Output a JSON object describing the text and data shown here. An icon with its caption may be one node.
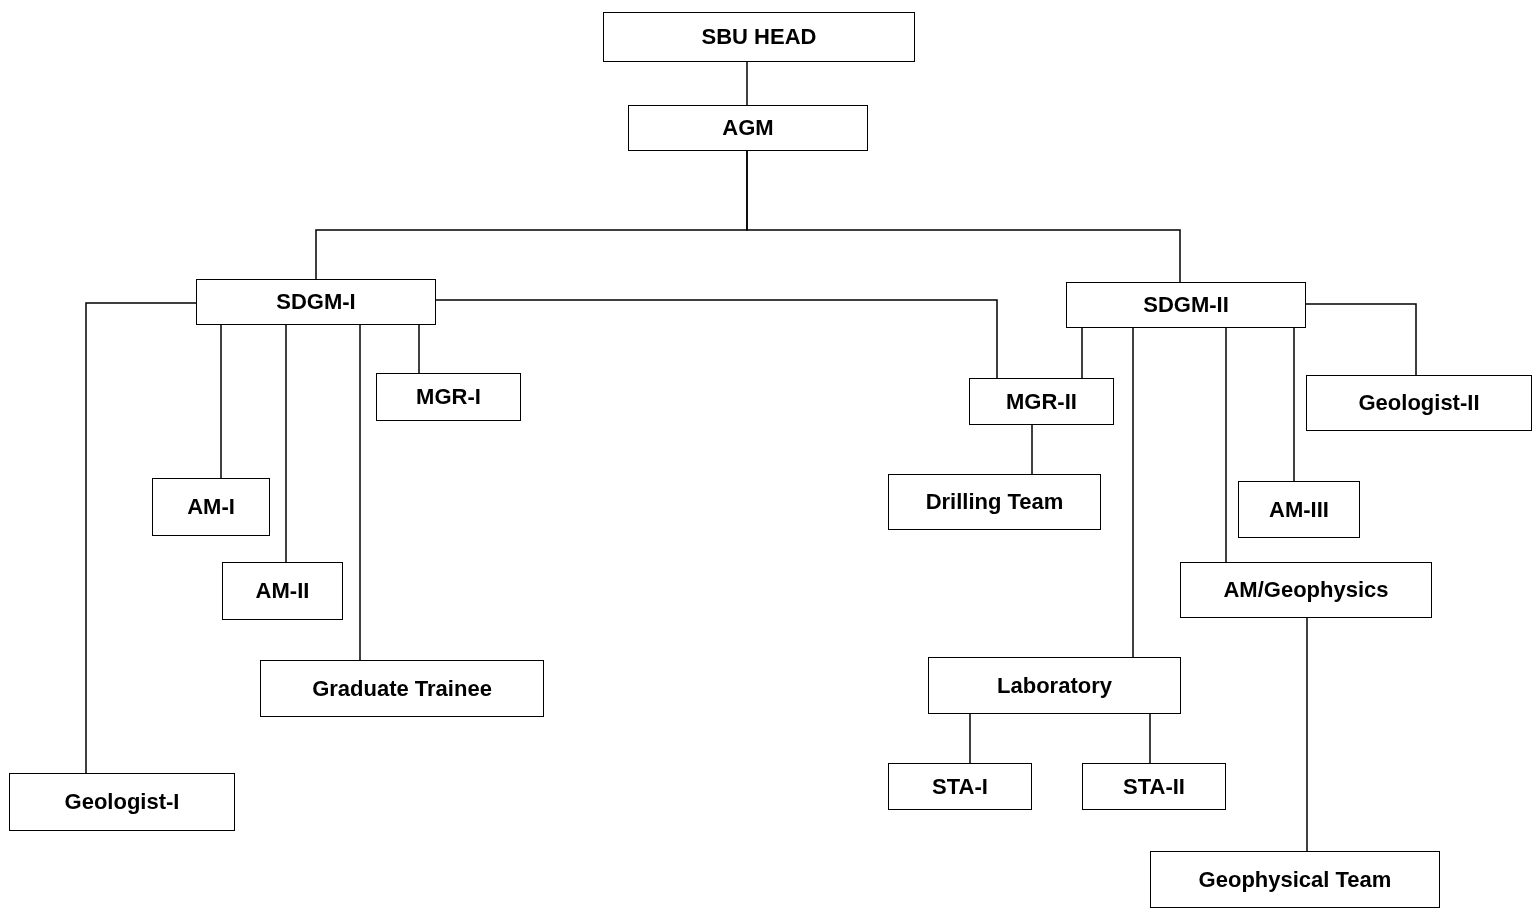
{
  "diagram": {
    "nodes": [
      {
        "text": [
          "SBU HEAD"
        ]
      },
      {
        "text": [
          "AGM"
        ]
      },
      {
        "text": [
          "SDGM-I"
        ]
      },
      {
        "text": [
          "SDGM-II"
        ]
      },
      {
        "text": [
          "MGR-I"
        ]
      },
      {
        "text": [
          "AM-I"
        ]
      },
      {
        "text": [
          "AM-II"
        ]
      },
      {
        "text": [
          "Graduate Trainee"
        ]
      },
      {
        "text": [
          "Geologist-I"
        ]
      },
      {
        "text": [
          "MGR-II"
        ]
      },
      {
        "text": [
          "Drilling Team"
        ]
      },
      {
        "text": [
          "Geologist-II"
        ]
      },
      {
        "text": [
          "AM-III"
        ]
      },
      {
        "text": [
          "AM/Geophysics"
        ]
      },
      {
        "text": [
          "Laboratory"
        ]
      },
      {
        "text": [
          "STA-I"
        ]
      },
      {
        "text": [
          "STA-II"
        ]
      },
      {
        "text": [
          "Geophysical Team"
        ]
      }
    ],
    "edges": [
      {
        "from": 0,
        "to": 1,
        "arrow": "none"
      },
      {
        "from": 1,
        "to": 2,
        "arrow": "none"
      },
      {
        "from": 1,
        "to": 3,
        "arrow": "none"
      },
      {
        "from": 2,
        "to": 8,
        "arrow": "none"
      },
      {
        "from": 2,
        "to": 5,
        "arrow": "none"
      },
      {
        "from": 2,
        "to": 6,
        "arrow": "none"
      },
      {
        "from": 2,
        "to": 7,
        "arrow": "none"
      },
      {
        "from": 2,
        "to": 4,
        "arrow": "none"
      },
      {
        "from": 2,
        "to": 9,
        "arrow": "none"
      },
      {
        "from": 3,
        "to": 9,
        "arrow": "none"
      },
      {
        "from": 9,
        "to": 10,
        "arrow": "none"
      },
      {
        "from": 3,
        "to": 14,
        "arrow": "none"
      },
      {
        "from": 3,
        "to": 13,
        "arrow": "none"
      },
      {
        "from": 3,
        "to": 12,
        "arrow": "none"
      },
      {
        "from": 3,
        "to": 11,
        "arrow": "none"
      },
      {
        "from": 14,
        "to": 15,
        "arrow": "none"
      },
      {
        "from": 14,
        "to": 16,
        "arrow": "none"
      },
      {
        "from": 13,
        "to": 17,
        "arrow": "none"
      }
    ]
  }
}
